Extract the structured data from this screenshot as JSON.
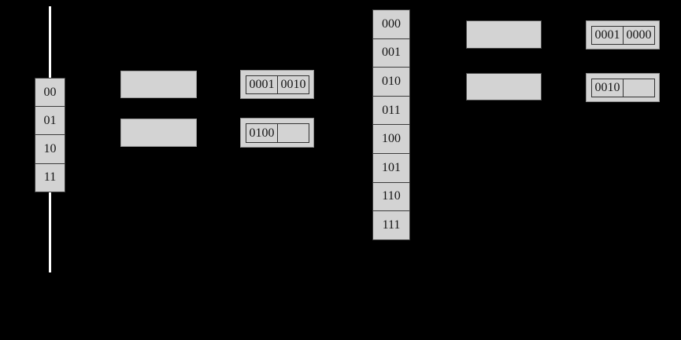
{
  "colors": {
    "background": "#000000",
    "box_fill": "#d3d3d3",
    "cell_border": "#3c3c3c",
    "rect_border_light": "#9a9a9a",
    "rect_border_dark": "#4d4d4d",
    "split_outer_border": "#8f8f8f",
    "split_inner_border": "#333333",
    "line": "#ffffff",
    "text": "#141414"
  },
  "left_table": {
    "cells": [
      "00",
      "01",
      "10",
      "11"
    ]
  },
  "middle_table": {
    "cells": [
      "000",
      "001",
      "010",
      "011",
      "100",
      "101",
      "110",
      "111"
    ]
  },
  "split_boxes_left": [
    {
      "field1": "0001",
      "field2": "0010"
    },
    {
      "field1": "0100",
      "field2": ""
    }
  ],
  "split_boxes_right": [
    {
      "field1": "0001",
      "field2": "0000"
    },
    {
      "field1": "0010",
      "field2": ""
    }
  ]
}
